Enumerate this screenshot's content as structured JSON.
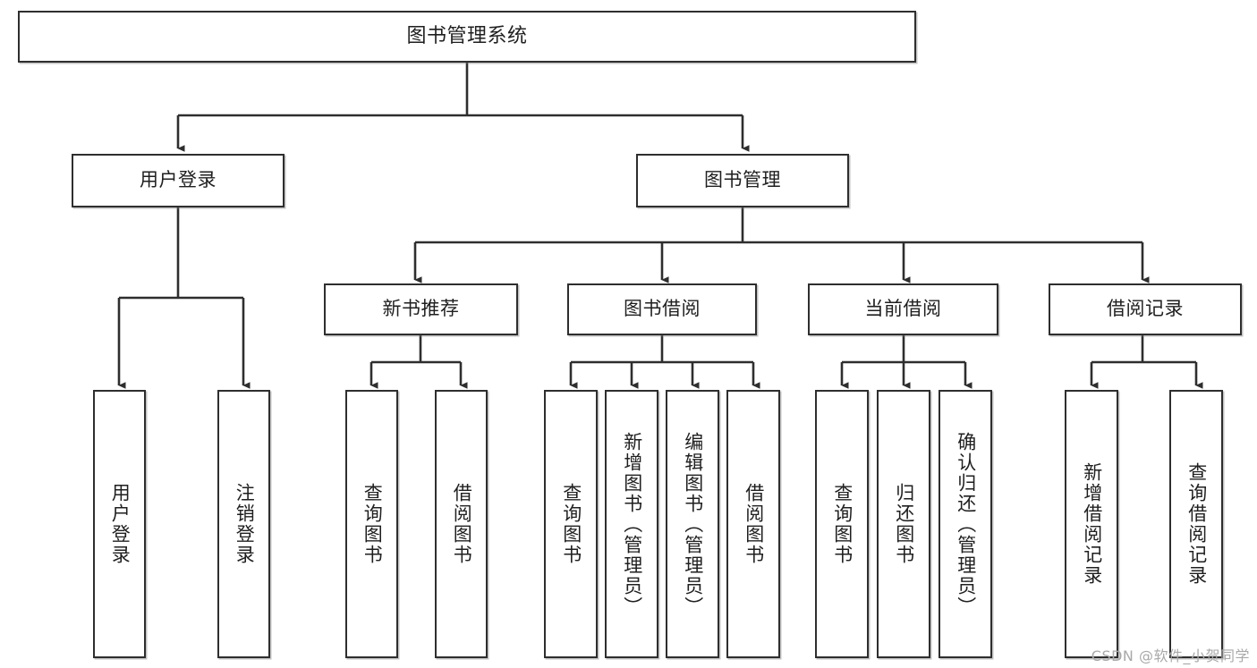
{
  "diagram": {
    "title": "图书管理系统",
    "type": "tree-hierarchy-diagram",
    "watermark": "CSDN @软件_小贺同学",
    "colors": {
      "stroke": "#2e2e2e",
      "fill": "#ffffff",
      "text": "#1f1f1f",
      "watermark": "#a9a9a9"
    },
    "root": {
      "label": "图书管理系统"
    },
    "level2": [
      {
        "label": "用户登录"
      },
      {
        "label": "图书管理"
      }
    ],
    "level3": [
      {
        "label": "新书推荐"
      },
      {
        "label": "图书借阅"
      },
      {
        "label": "当前借阅"
      },
      {
        "label": "借阅记录"
      }
    ],
    "leaves": {
      "user_login": [
        {
          "label": "用户登录"
        },
        {
          "label": "注销登录"
        }
      ],
      "new_book_recommend": [
        {
          "label": "查询图书"
        },
        {
          "label": "借阅图书"
        }
      ],
      "book_borrow": [
        {
          "label": "查询图书"
        },
        {
          "label": "新增图书（管理员）"
        },
        {
          "label": "编辑图书（管理员）"
        },
        {
          "label": "借阅图书"
        }
      ],
      "current_borrow": [
        {
          "label": "查询图书"
        },
        {
          "label": "归还图书"
        },
        {
          "label": "确认归还（管理员）"
        }
      ],
      "borrow_records": [
        {
          "label": "新增借阅记录"
        },
        {
          "label": "查询借阅记录"
        }
      ]
    }
  }
}
